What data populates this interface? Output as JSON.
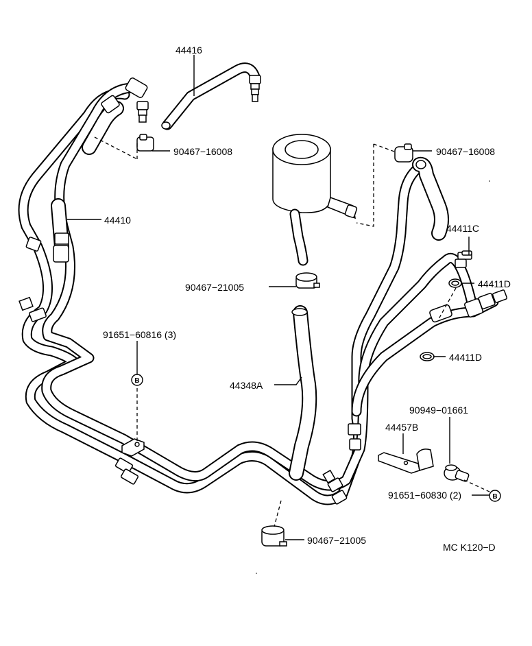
{
  "labels": {
    "l44416": "44416",
    "l90467_16008_left": "90467−16008",
    "l90467_16008_right": "90467−16008",
    "l44410": "44410",
    "l44411C": "44411C",
    "l44411D_top": "44411D",
    "l90467_21005_mid": "90467−21005",
    "l91651_60816": "91651−60816 (3)",
    "l44411D_bottom": "44411D",
    "l44348A": "44348A",
    "l90949_01661": "90949−01661",
    "l44457B": "44457B",
    "l91651_60830": "91651−60830 (2)",
    "l90467_21005_bottom": "90467−21005",
    "code": "MC  K120−D"
  },
  "bolt_mark": "B"
}
